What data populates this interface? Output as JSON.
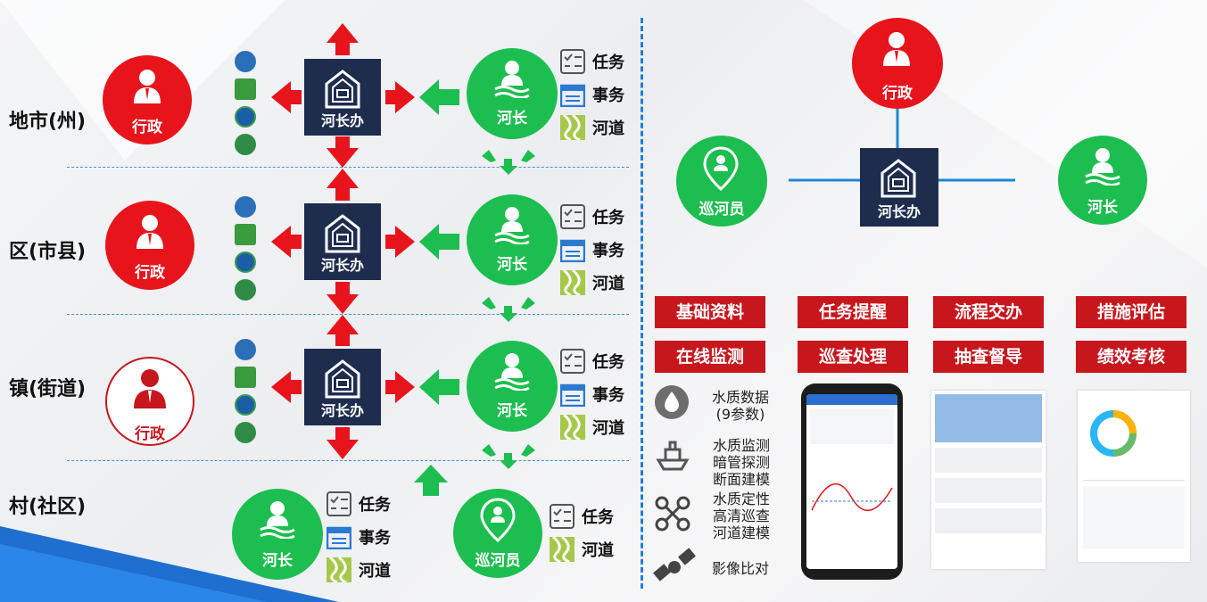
{
  "levels": {
    "city": "地市(州)",
    "district": "区(市县)",
    "town": "镇(街道)",
    "village": "村(社区)"
  },
  "roles": {
    "admin": "行政",
    "office": "河长办",
    "chief": "河长",
    "patrol": "巡河员"
  },
  "legend": {
    "task": "任务",
    "affair": "事务",
    "river": "河道"
  },
  "functions": {
    "col1": [
      "基础资料",
      "在线监测"
    ],
    "col2": [
      "任务提醒",
      "巡查处理"
    ],
    "col3": [
      "流程交办",
      "抽查督导"
    ],
    "col4": [
      "措施评估",
      "绩效考核"
    ]
  },
  "monitoring": {
    "item1": "水质数据\n(9参数)",
    "item2": "水质监测\n暗管探测\n断面建模",
    "item3": "水质定性\n高清巡查\n河道建模",
    "item4": "影像比对"
  },
  "colors": {
    "admin_red": "#e8141c",
    "chief_green": "#1cbe4f",
    "office_navy": "#1e2d4e",
    "tag_red": "#c8161d",
    "divider_blue": "#1b7fd6"
  }
}
